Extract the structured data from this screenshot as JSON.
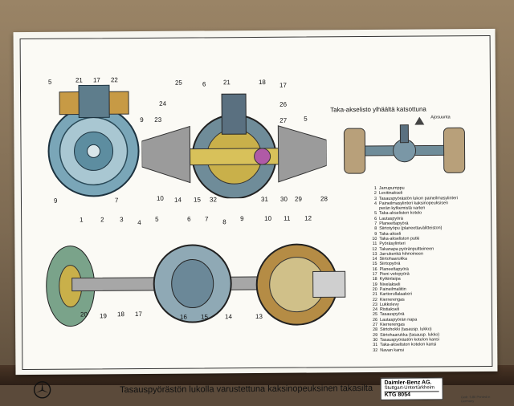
{
  "title": "Tasauspyörästön lukolla varustettuna kaksinopeuksinen takasilta",
  "top_view": {
    "title": "Taka-akselisto ylhäältä katsottuna",
    "direction_label": "Ajosuunta"
  },
  "brand": {
    "company": "Daimler-Benz AG.",
    "location": "Stuttgart-Untertürkheim",
    "code": "KTG 8054",
    "print_note": "Gedr. 5.86   Printed in Germany"
  },
  "legend": [
    {
      "n": "1",
      "t": "Jarrupumppu"
    },
    {
      "n": "2",
      "t": "Levitinakseli"
    },
    {
      "n": "3",
      "t": "Tasauspyörästön lukon paineilmasylinteri"
    },
    {
      "n": "4",
      "t": "Paineilmasylinteri kaksinopeuksisen"
    },
    {
      "n": "",
      "t": "perän kytkemistä varten"
    },
    {
      "n": "5",
      "t": "Taka-akseliston kotelo"
    },
    {
      "n": "6",
      "t": "Lautaspyörä"
    },
    {
      "n": "7",
      "t": "Planeettapyörä"
    },
    {
      "n": "8",
      "t": "Siirtotyöpu (planeettavälitteiston)"
    },
    {
      "n": "9",
      "t": "Taka-akseli"
    },
    {
      "n": "10",
      "t": "Taka-akseliston putki"
    },
    {
      "n": "11",
      "t": "Pyöräsylinteri"
    },
    {
      "n": "12",
      "t": "Takanapa pyöränpultteineen"
    },
    {
      "n": "13",
      "t": "Jarrukenkä hihnoineen"
    },
    {
      "n": "14",
      "t": "Siirtohaarukka"
    },
    {
      "n": "15",
      "t": "Siirtopyörä"
    },
    {
      "n": "16",
      "t": "Planeettapyörä"
    },
    {
      "n": "17",
      "t": "Pieni vetopyörä"
    },
    {
      "n": "18",
      "t": "Kytkinlaipa"
    },
    {
      "n": "19",
      "t": "Nivelakseli"
    },
    {
      "n": "20",
      "t": "Paineilmaliitin"
    },
    {
      "n": "21",
      "t": "Kartiorullalaakeri"
    },
    {
      "n": "22",
      "t": "Kierrerengas"
    },
    {
      "n": "23",
      "t": "Lukkolevy"
    },
    {
      "n": "24",
      "t": "Ristiakseli"
    },
    {
      "n": "25",
      "t": "Tasauspyörä"
    },
    {
      "n": "26",
      "t": "Lautaspyörän napa"
    },
    {
      "n": "27",
      "t": "Kierrerengas"
    },
    {
      "n": "28",
      "t": "Siirtohokki (tasausp. lukko)"
    },
    {
      "n": "29",
      "t": "Siirtohaarukka (tasausp. lukko)"
    },
    {
      "n": "30",
      "t": "Tasauspyörästön kotelon kansi"
    },
    {
      "n": "31",
      "t": "Taka-akseliston kotelon kansi"
    },
    {
      "n": "32",
      "t": "Navan kansi"
    }
  ],
  "callouts": {
    "top_left": [
      "5",
      "21",
      "17",
      "22",
      "9",
      "7"
    ],
    "top_mid": [
      "25",
      "6",
      "21",
      "18",
      "17",
      "24",
      "26",
      "23",
      "27",
      "5",
      "9",
      "10",
      "14",
      "15",
      "32",
      "31",
      "30",
      "29",
      "28"
    ],
    "bottom": [
      "1",
      "2",
      "3",
      "4",
      "5",
      "6",
      "7",
      "8",
      "9",
      "10",
      "11",
      "12",
      "20",
      "19",
      "18",
      "17",
      "16",
      "15",
      "14",
      "13"
    ]
  }
}
